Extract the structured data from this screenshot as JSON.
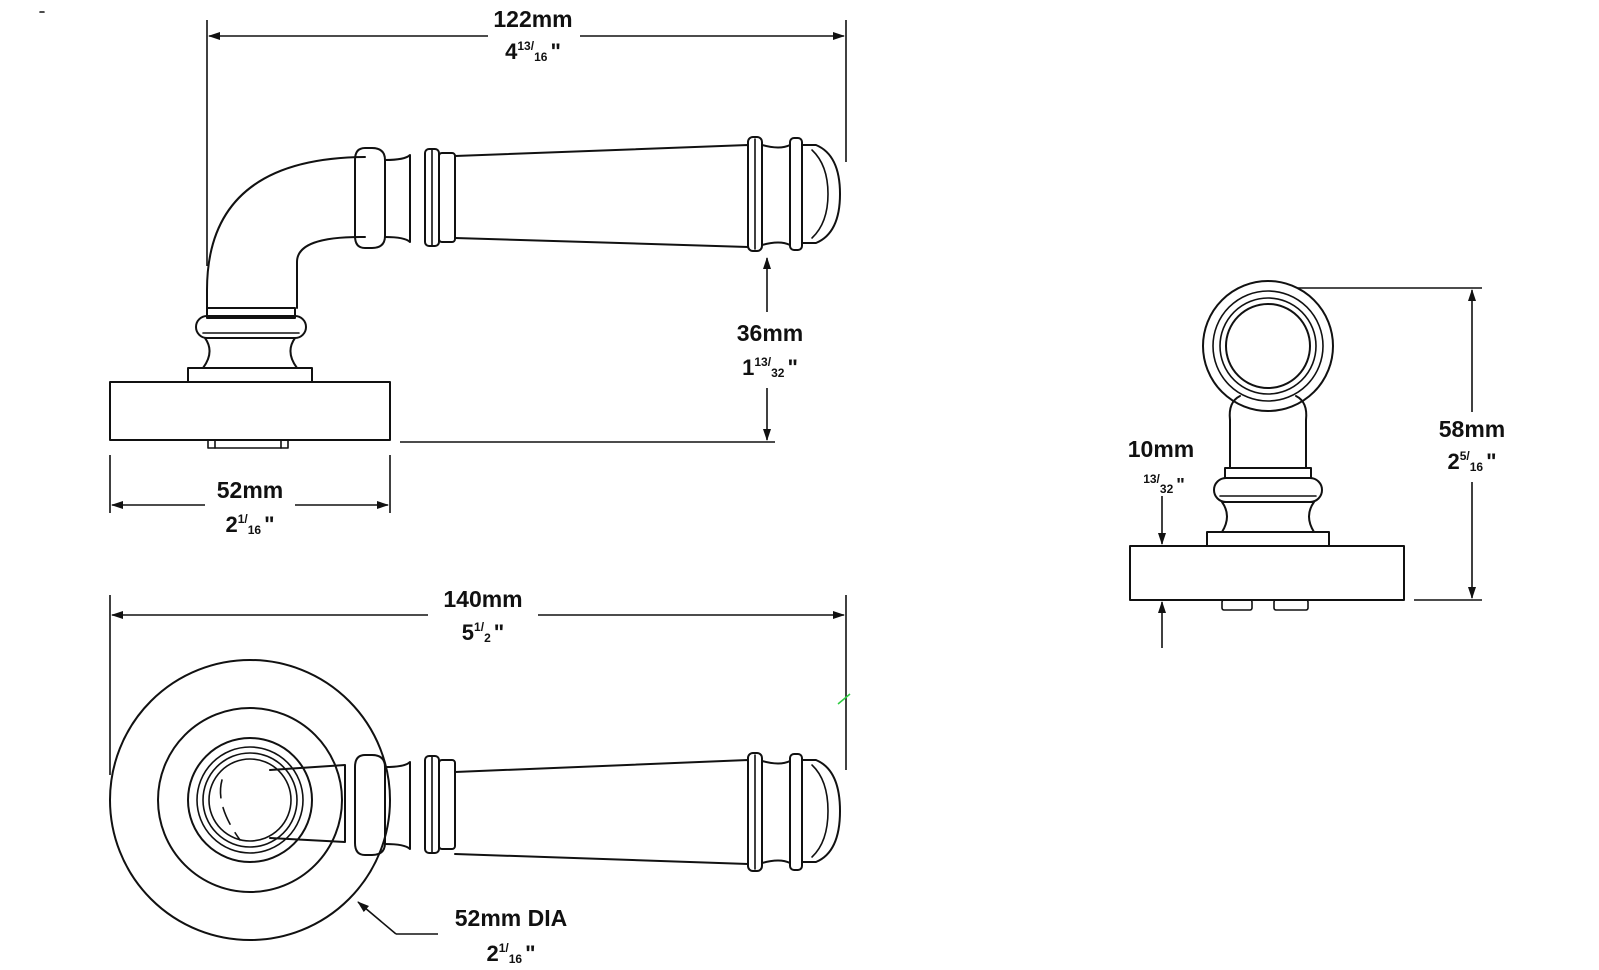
{
  "dimensions": {
    "side_width": {
      "mm": "122mm",
      "inch_whole": "4",
      "inch_num": "13",
      "inch_den": "16",
      "inch_mark": "\""
    },
    "lever_height": {
      "mm": "36mm",
      "inch_whole": "1",
      "inch_num": "13",
      "inch_den": "32",
      "inch_mark": "\""
    },
    "rose_width": {
      "mm": "52mm",
      "inch_whole": "2",
      "inch_num": "1",
      "inch_den": "16",
      "inch_mark": "\""
    },
    "top_width": {
      "mm": "140mm",
      "inch_whole": "5",
      "inch_num": "1",
      "inch_den": "2",
      "inch_mark": "\""
    },
    "rose_diameter": {
      "mm": "52mm DIA",
      "inch_whole": "2",
      "inch_num": "1",
      "inch_den": "16",
      "inch_mark": "\""
    },
    "rose_thickness": {
      "mm": "10mm",
      "inch_whole": "",
      "inch_num": "13",
      "inch_den": "32",
      "inch_mark": "\""
    },
    "end_height": {
      "mm": "58mm",
      "inch_whole": "2",
      "inch_num": "5",
      "inch_den": "16",
      "inch_mark": "\""
    }
  },
  "colors": {
    "line": "#111111",
    "background": "#ffffff",
    "stray_mark": "#2ecc40"
  }
}
